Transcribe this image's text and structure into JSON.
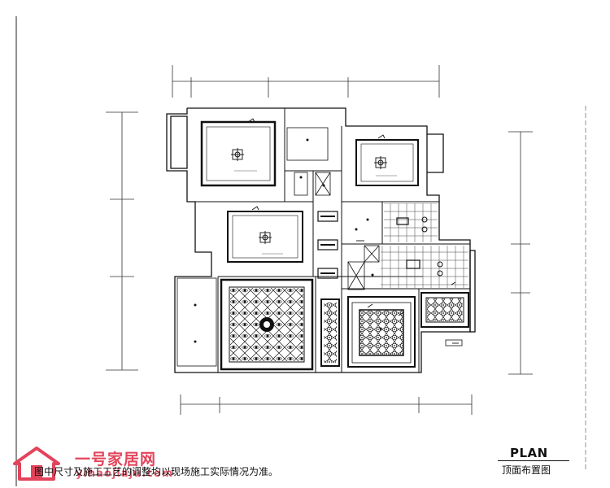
{
  "drawing": {
    "note": "图中尺寸及施工工艺的调整均以现场施工实际情况为准。",
    "plan_title": "PLAN",
    "plan_subtitle": "顶面布置图"
  },
  "watermark": {
    "brand": "一号家居网",
    "url": "yihaojiaju.com",
    "logo_icon": "house-logo-icon",
    "color": "#e2445b"
  },
  "colors": {
    "line": "#111111",
    "background": "#ffffff"
  }
}
